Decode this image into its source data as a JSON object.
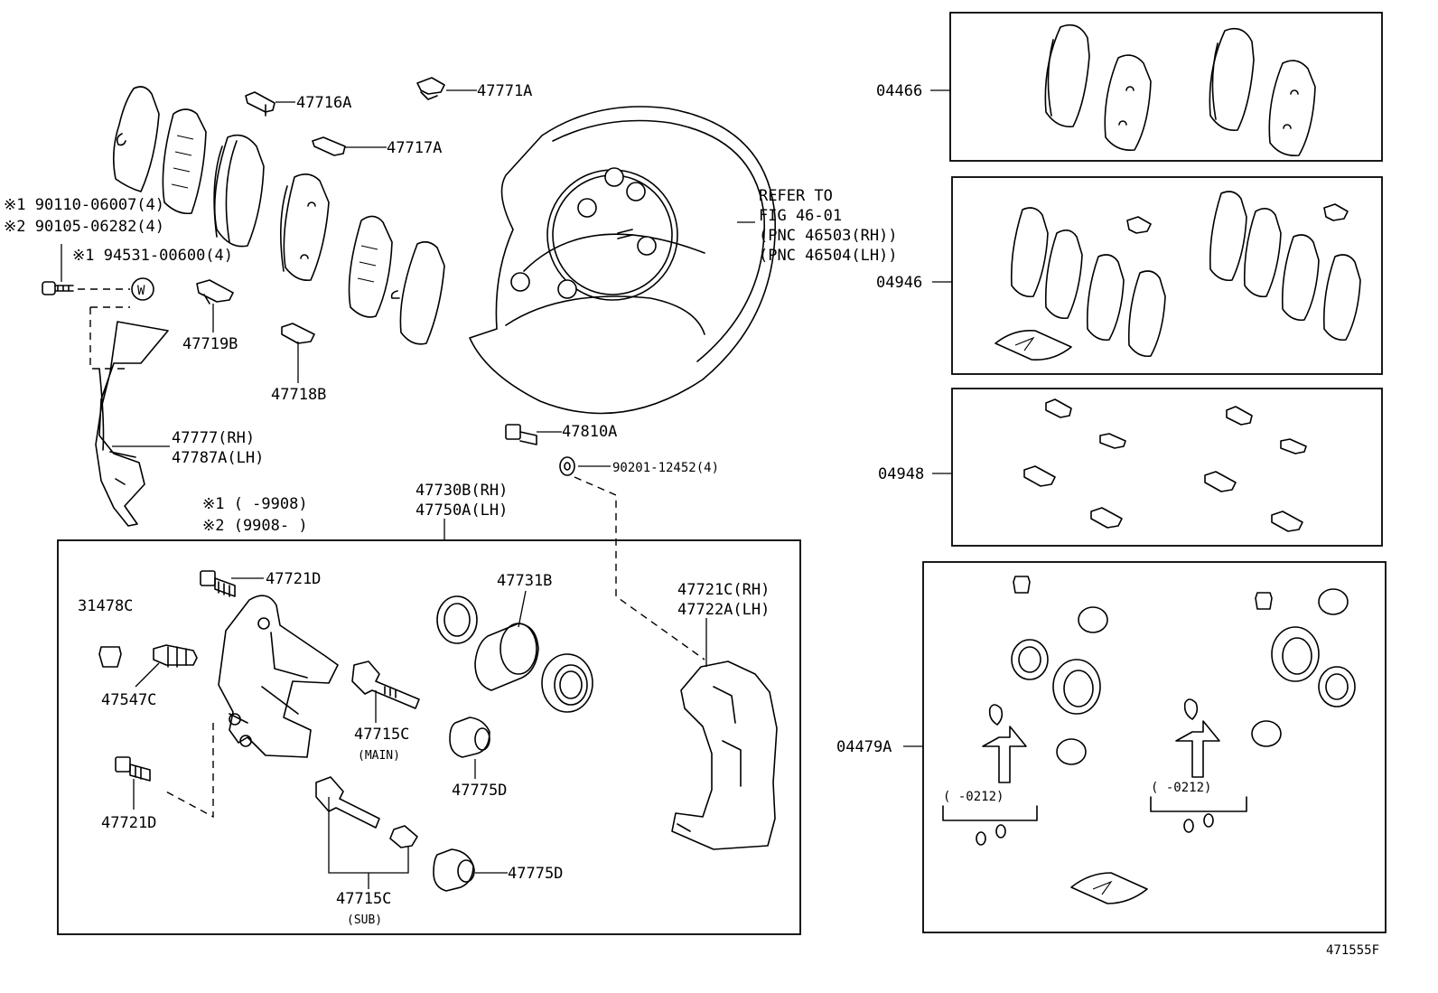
{
  "diagram_code": "471555F",
  "notes": {
    "n1": "※1 90110-06007(4)",
    "n2": "※2 90105-06282(4)",
    "n3": "※1 94531-00600(4)",
    "w_symbol": "W",
    "range1": "※1 (      -9908)",
    "range2": "※2 (9908-      )"
  },
  "parts": {
    "p47716A": "47716A",
    "p47771A": "47771A",
    "p47717A": "47717A",
    "p47719B": "47719B",
    "p47718B": "47718B",
    "p47777": "47777(RH)",
    "p47787A": "47787A(LH)",
    "p47810A": "47810A",
    "p90201": "90201-12452(4)",
    "p47730B": "47730B(RH)",
    "p47750A": "47750A(LH)",
    "p47721D_top": "47721D",
    "p31478C": "31478C",
    "p47547C": "47547C",
    "p47721D_bot": "47721D",
    "p47731B": "47731B",
    "p47715C_main": "47715C",
    "main_note": "(MAIN)",
    "p47775D_a": "47775D",
    "p47775D_b": "47775D",
    "p47715C_sub": "47715C",
    "sub_note": "(SUB)",
    "p47721C": "47721C(RH)",
    "p47722A": "47722A(LH)"
  },
  "refer": {
    "line1": "REFER TO",
    "line2": "FIG 46-01",
    "line3": "(PNC 46503(RH))",
    "line4": "(PNC 46504(LH))"
  },
  "kits": {
    "k04466": "04466",
    "k04946": "04946",
    "k04948": "04948",
    "k04479A": "04479A",
    "range_a": "(      -0212)",
    "range_b": "(      -0212)"
  }
}
